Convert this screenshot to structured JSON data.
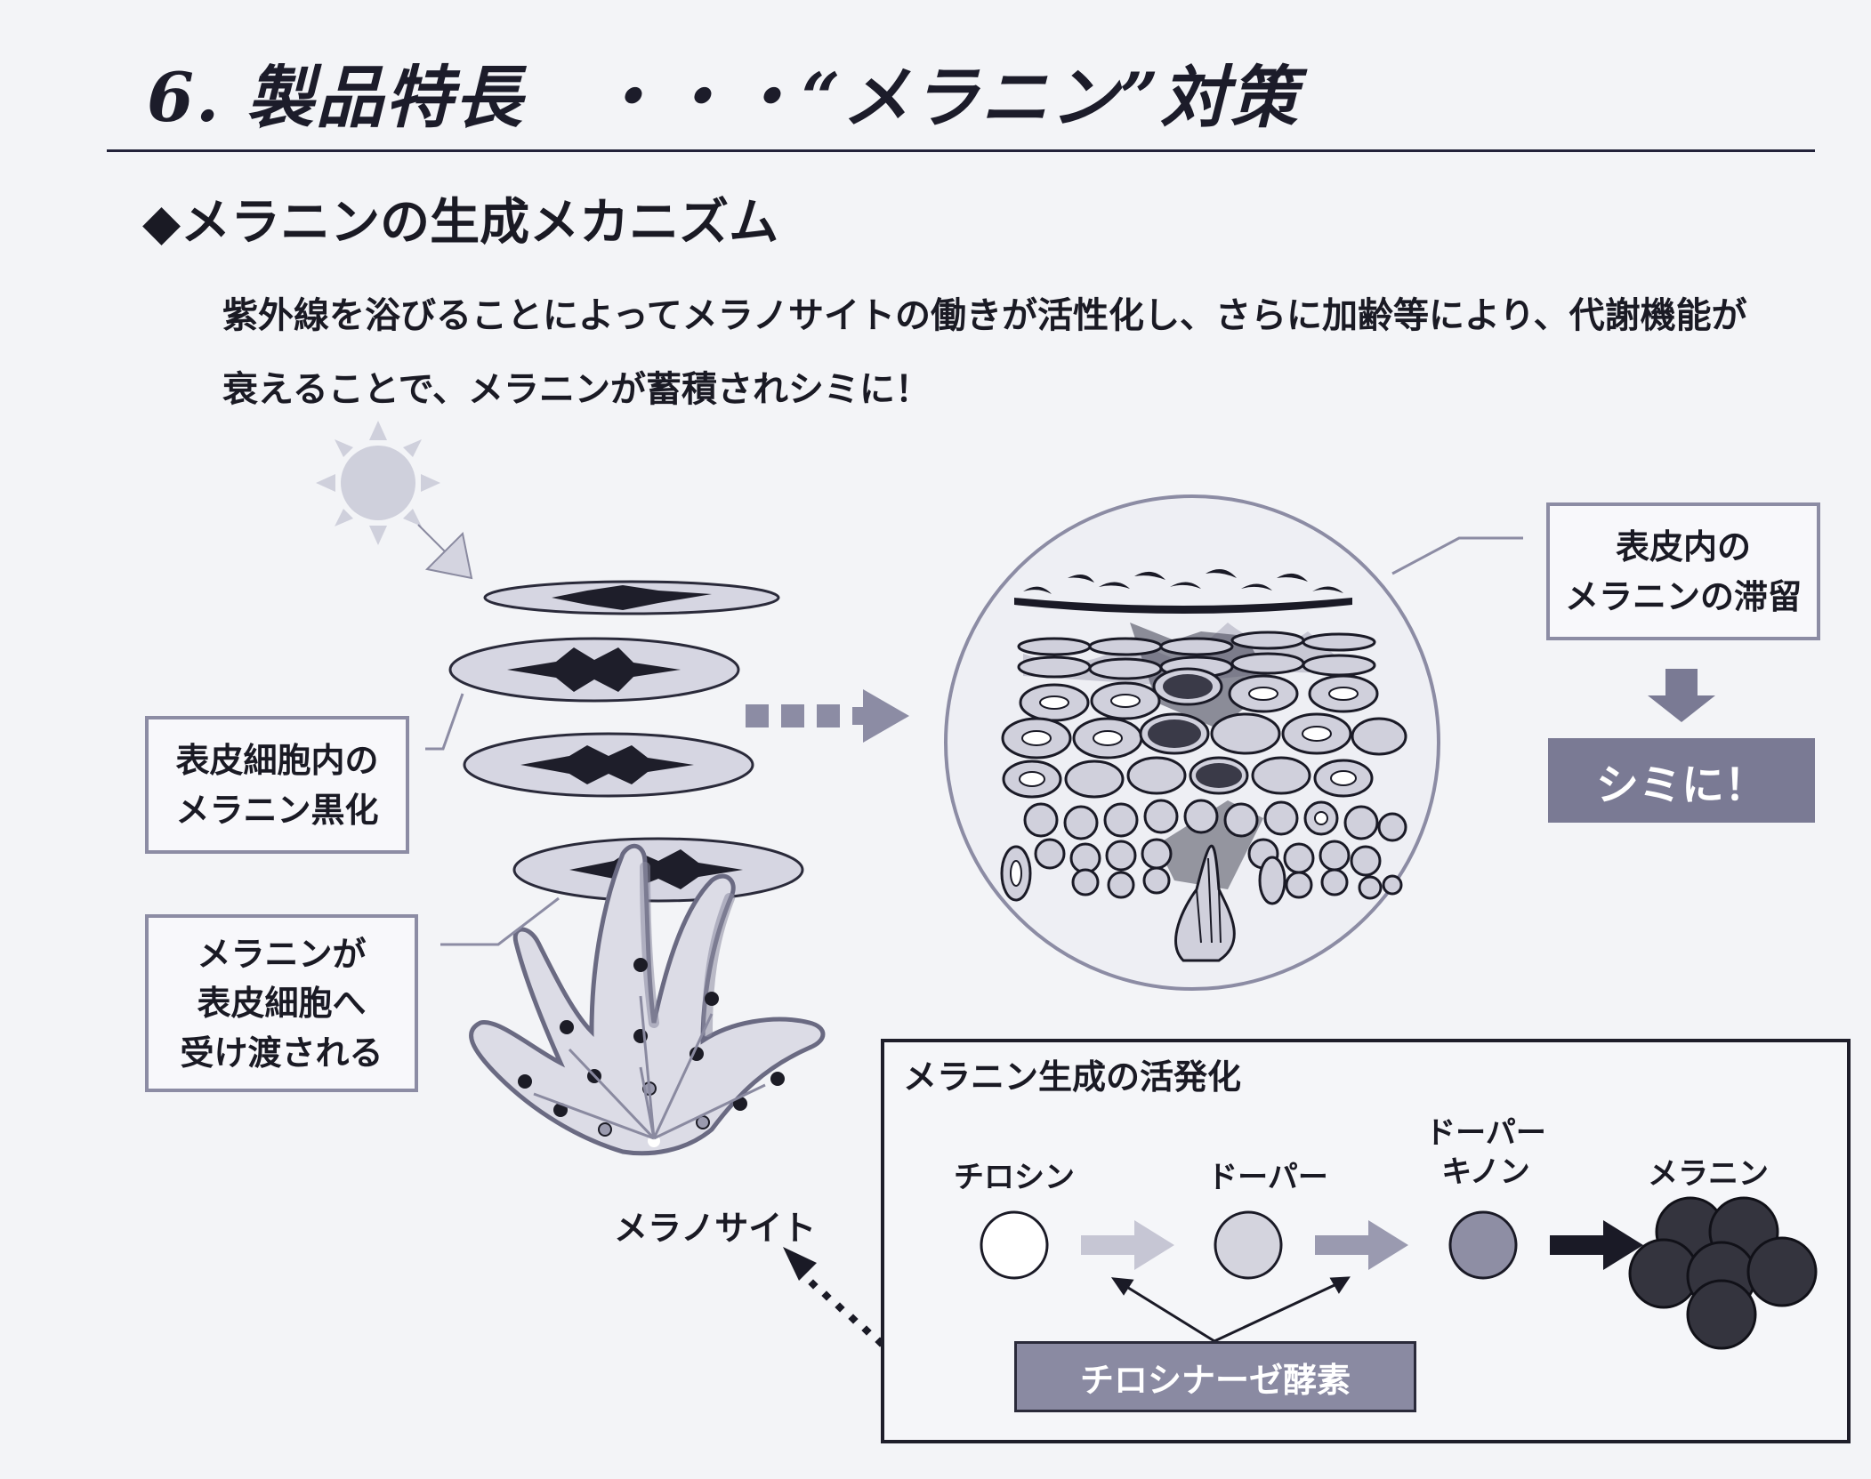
{
  "header": {
    "title": "6. 製品特長　・・・“メラニン”対策"
  },
  "section": {
    "heading": "◆メラニンの生成メカニズム",
    "description_line1": "紫外線を浴びることによってメラノサイトの働きが活性化し、さらに加齢等により、代謝機能が",
    "description_line2": "衰えることで、メラニンが蓄積されシミに！"
  },
  "illustration": {
    "box_melanin_black": [
      "表皮細胞内の",
      "メラニン黒化"
    ],
    "box_melanin_transfer": [
      "メラニンが",
      "表皮細胞へ",
      "受け渡される"
    ],
    "melanocyte_label": "メラノサイト",
    "box_retention": [
      "表皮内の",
      "メラニンの滞留"
    ],
    "result_badge": "シミに！"
  },
  "pathway": {
    "title": "メラニン生成の活発化",
    "stages": [
      {
        "label": [
          "チロシン"
        ],
        "fill": "#ffffff"
      },
      {
        "label": [
          "ドーパー"
        ],
        "fill": "#d4d4de"
      },
      {
        "label": [
          "ドーパー",
          "キノン"
        ],
        "fill": "#8e8ea4"
      },
      {
        "label": [
          "メラニン"
        ],
        "fill": "#34343e"
      }
    ],
    "enzyme": "チロシナーゼ酵素"
  },
  "colors": {
    "ink": "#1a1a24",
    "accent_gray": "#7a7a94",
    "arrow_light": "#c6c6d4",
    "arrow_mid": "#9a9ab0"
  }
}
